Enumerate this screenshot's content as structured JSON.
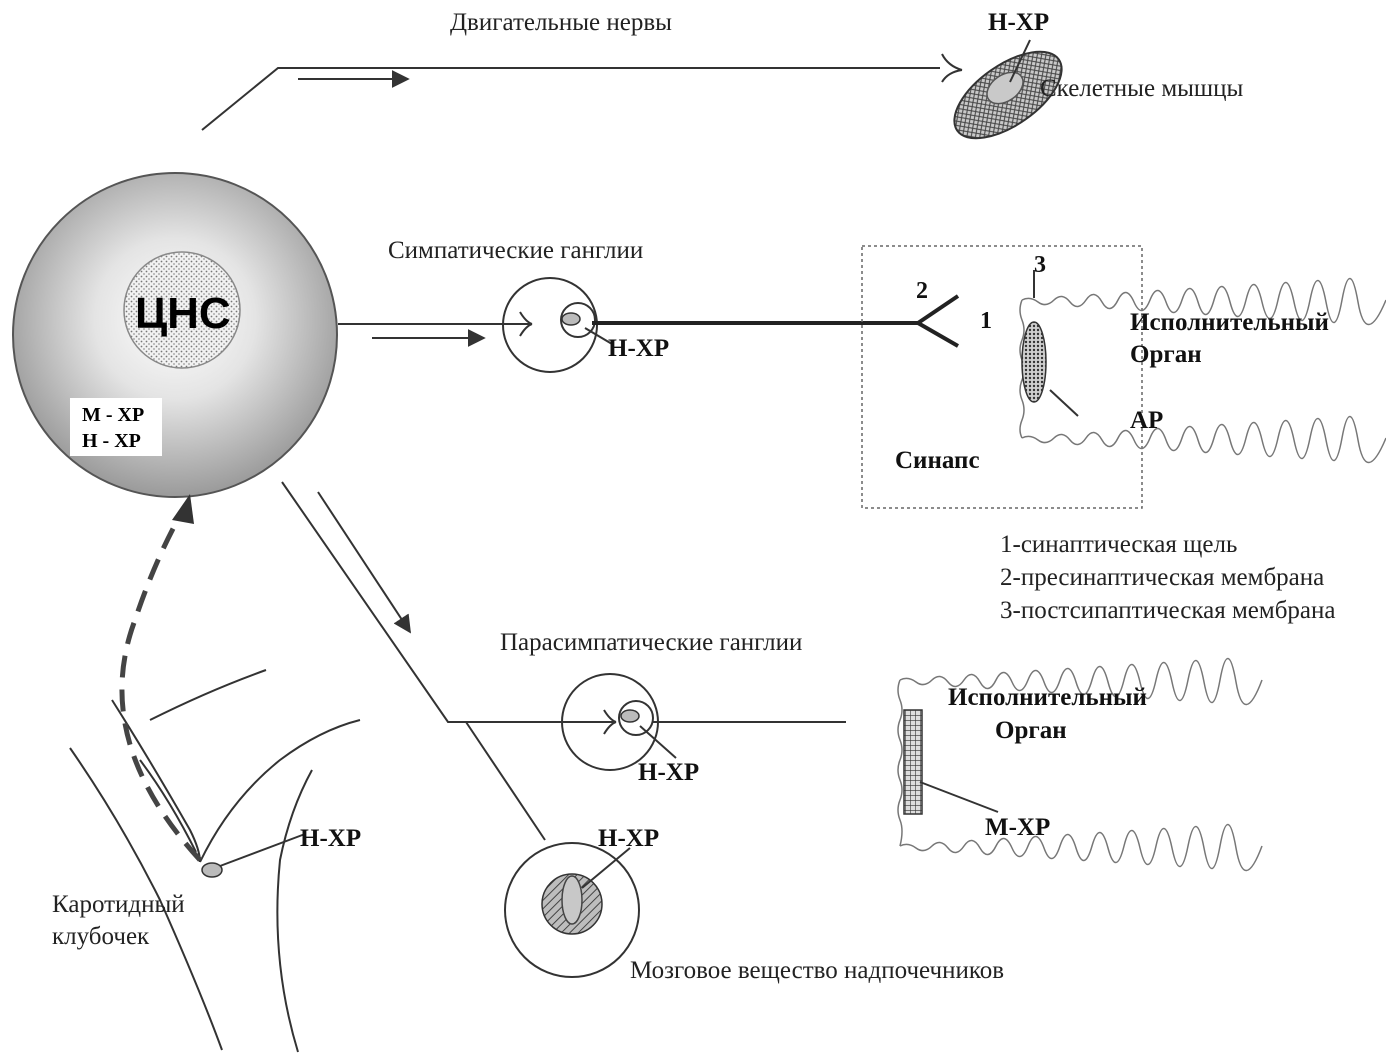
{
  "labels": {
    "motor_nerves": "Двигательные  нервы",
    "skeletal_muscles": "Скелетные мышцы",
    "skeletal_receptor": "Н-ХР",
    "cns": "ЦНС",
    "cns_receptor_m": "М - ХР",
    "cns_receptor_h": "Н - ХР",
    "sympathetic_ganglia": "Симпатические ганглии",
    "sympathetic_receptor": "Н-ХР",
    "synapse": "Синапс",
    "executive_organ_1_line1": "Исполнительный",
    "executive_organ_1_line2": "Орган",
    "adrenoreceptor": "АР",
    "marker_1": "1",
    "marker_2": "2",
    "marker_3": "3",
    "legend_1": "1-синаптическая щель",
    "legend_2": "2-пресинаптическая мембрана",
    "legend_3": "3-постсипаптическая мембрана",
    "parasympathetic_ganglia": "Парасимпатические ганглии",
    "parasympathetic_receptor": "Н-ХР",
    "executive_organ_2_line1": "Исполнительный",
    "executive_organ_2_line2": "Орган",
    "muscarinic_receptor": "М-ХР",
    "adrenal_receptor": "Н-ХР",
    "adrenal_medulla": "Мозговое вещество надпочечников",
    "carotid_receptor": "Н-ХР",
    "carotid_body_line1": "Каротидный",
    "carotid_body_line2": "клубочек"
  }
}
